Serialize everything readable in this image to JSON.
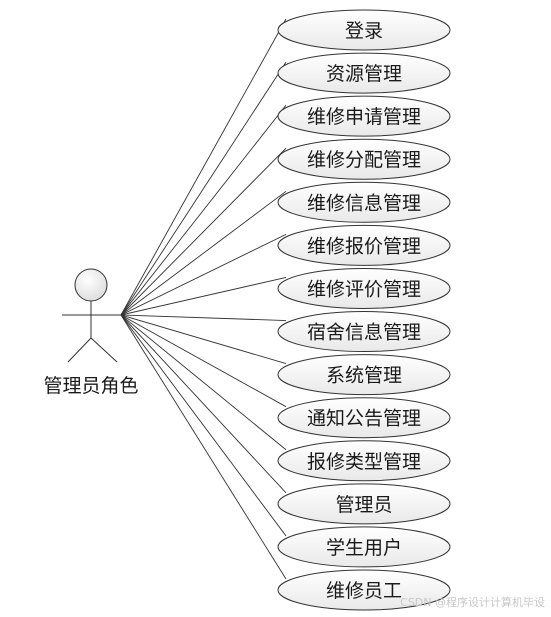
{
  "actor": {
    "label": "管理员角色"
  },
  "use_cases": [
    "登录",
    "资源管理",
    "维修申请管理",
    "维修分配管理",
    "维修信息管理",
    "维修报价管理",
    "维修评价管理",
    "宿舍信息管理",
    "系统管理",
    "通知公告管理",
    "报修类型管理",
    "管理员",
    "学生用户",
    "维修员工"
  ],
  "watermark": "CSDN @程序设计计算机毕设",
  "colors": {
    "ellipse_fill_top": "#ffffff",
    "ellipse_fill_bottom": "#e9e9e9",
    "stroke": "#333333"
  }
}
